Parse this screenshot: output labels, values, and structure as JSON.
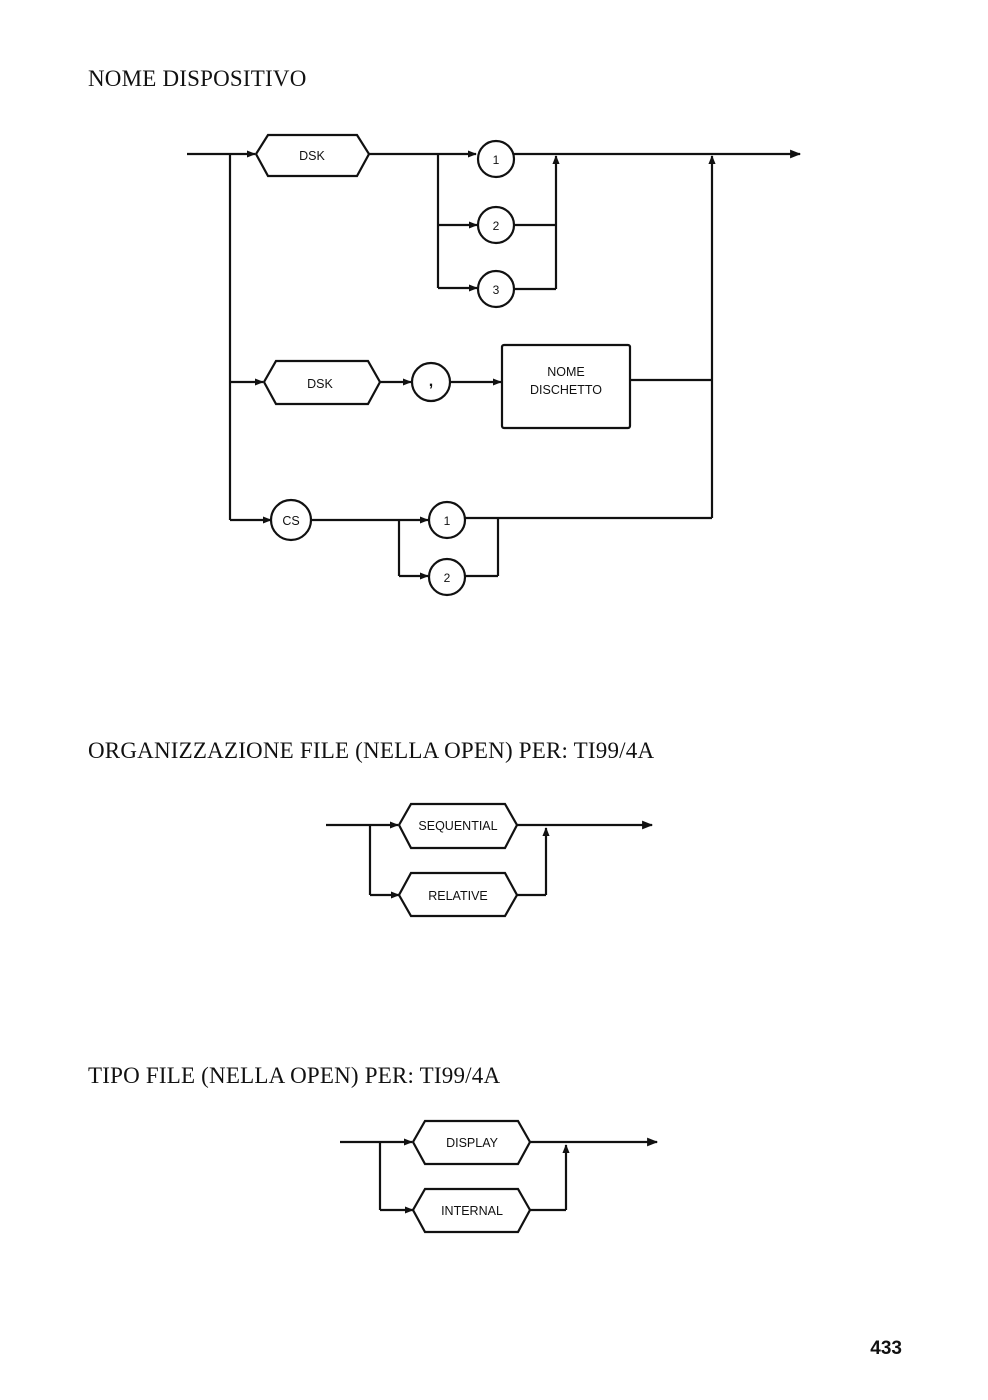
{
  "sections": [
    {
      "title": "NOME DISPOSITIVO",
      "nodes": {
        "dsk_a": "DSK",
        "one_a": "1",
        "two_a": "2",
        "three_a": "3",
        "dsk_b": "DSK",
        "comma": ",",
        "disk_name_line1": "NOME",
        "disk_name_line2": "DISCHETTO",
        "cs": "CS",
        "one_c": "1",
        "two_c": "2"
      }
    },
    {
      "title": "ORGANIZZAZIONE FILE (NELLA OPEN) PER: TI99/4A",
      "nodes": {
        "sequential": "SEQUENTIAL",
        "relative": "RELATIVE"
      }
    },
    {
      "title": "TIPO FILE (NELLA OPEN) PER: TI99/4A",
      "nodes": {
        "display": "DISPLAY",
        "internal": "INTERNAL"
      }
    }
  ],
  "page_number": "433"
}
